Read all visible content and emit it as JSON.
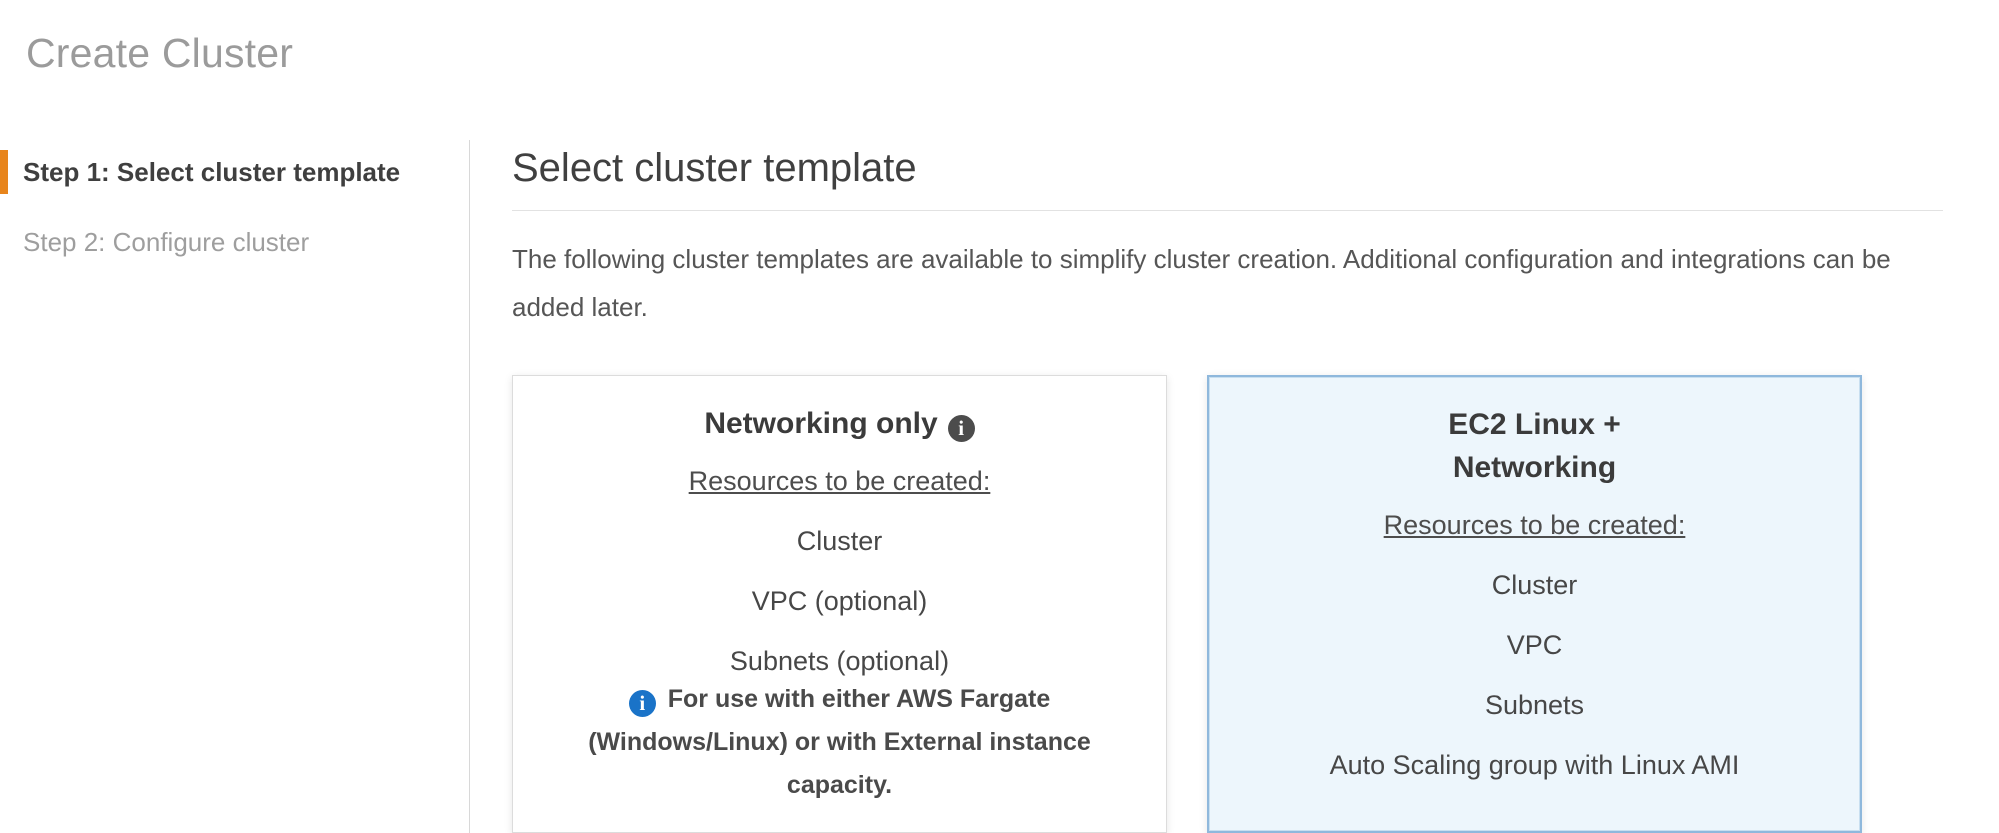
{
  "page": {
    "title": "Create Cluster"
  },
  "steps": [
    {
      "label": "Step 1: Select cluster template",
      "state": "active"
    },
    {
      "label": "Step 2: Configure cluster",
      "state": "inactive"
    }
  ],
  "content": {
    "heading": "Select cluster template",
    "description": "The following cluster templates are available to simplify cluster creation. Additional configuration and integrations can be added later."
  },
  "cards": [
    {
      "title": "Networking only",
      "info_icon": "info-icon",
      "resources_label": "Resources to be created:",
      "resources": [
        "Cluster",
        "VPC (optional)",
        "Subnets (optional)"
      ],
      "note": "For use with either AWS Fargate (Windows/Linux) or with External instance capacity.",
      "selected": false
    },
    {
      "title": "EC2 Linux + Networking",
      "resources_label": "Resources to be created:",
      "resources": [
        "Cluster",
        "VPC",
        "Subnets",
        "Auto Scaling group with Linux AMI"
      ],
      "selected": true
    }
  ],
  "colors": {
    "accent_orange": "#e8851c",
    "selected_card_bg": "#edf6fc",
    "selected_card_border": "#8fb8dc",
    "info_icon_dark": "#4c4c4c",
    "info_icon_blue": "#1a73c8",
    "title_gray": "#9b9b9b"
  }
}
